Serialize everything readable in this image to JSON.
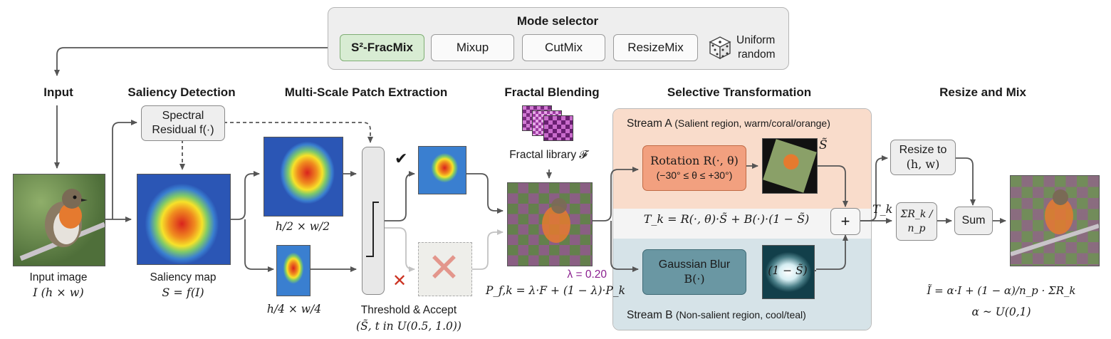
{
  "mode_selector": {
    "title": "Mode selector",
    "buttons": [
      "S²-FracMix",
      "Mixup",
      "CutMix",
      "ResizeMix"
    ],
    "active_index": 0,
    "uniform_line1": "Uniform",
    "uniform_line2": "random"
  },
  "sections": {
    "input": "Input",
    "saliency": "Saliency Detection",
    "patch": "Multi-Scale Patch Extraction",
    "fractal": "Fractal Blending",
    "selective": "Selective Transformation",
    "resize": "Resize and Mix"
  },
  "input": {
    "caption1": "Input image",
    "caption2": "I (h × w)"
  },
  "saliency": {
    "box_line1": "Spectral",
    "box_line2": "Residual f(·)",
    "caption1": "Saliency map",
    "caption2": "S = f(I)"
  },
  "patch": {
    "scale1": "h/2 × w/2",
    "scale2": "h/4 × w/4"
  },
  "threshold": {
    "line1": "Threshold & Accept",
    "line2": "(S̃, t in U(0.5, 1.0))"
  },
  "fractal": {
    "library": "Fractal library 𝓕",
    "lambda": "λ = 0.20",
    "formula": "P_f,k = λ·F + (1 − λ)·P_k"
  },
  "stream_a": {
    "label": "Stream A",
    "sub": "(Salient region, warm/coral/orange)",
    "rot_line1": "Rotation R(·, θ)",
    "rot_line2": "(−30° ≤ θ ≤ +30°)",
    "s_tilde": "S̃"
  },
  "stream_b": {
    "label": "Stream B",
    "sub": "(Non-salient region, cool/teal)",
    "blur_line1": "Gaussian Blur",
    "blur_line2": "B(·)",
    "inv": "(1 − S̃)"
  },
  "tk_formula": "T_k = R(·, θ)·S̃ + B(·)·(1 − S̃)",
  "plus": "+",
  "tk_label": "T_k",
  "resize": {
    "box_line1": "Resize to",
    "box_line2": "(h, w)",
    "sum_frac": "ΣR_k / n_p",
    "sum": "Sum"
  },
  "final": {
    "formula1": "Ĩ = α·I + (1 − α)/n_p · ΣR_k",
    "formula2": "α ~ U(0,1)"
  },
  "colors": {
    "stream_a_bg": "#f9dccb",
    "stream_b_bg": "#d6e3e8",
    "rotation_box": "#f2a07f",
    "blur_box": "#6a97a3",
    "active_mode": "#d8ecd3"
  },
  "icons": [
    "dice-icon",
    "check-icon",
    "cross-icon"
  ]
}
